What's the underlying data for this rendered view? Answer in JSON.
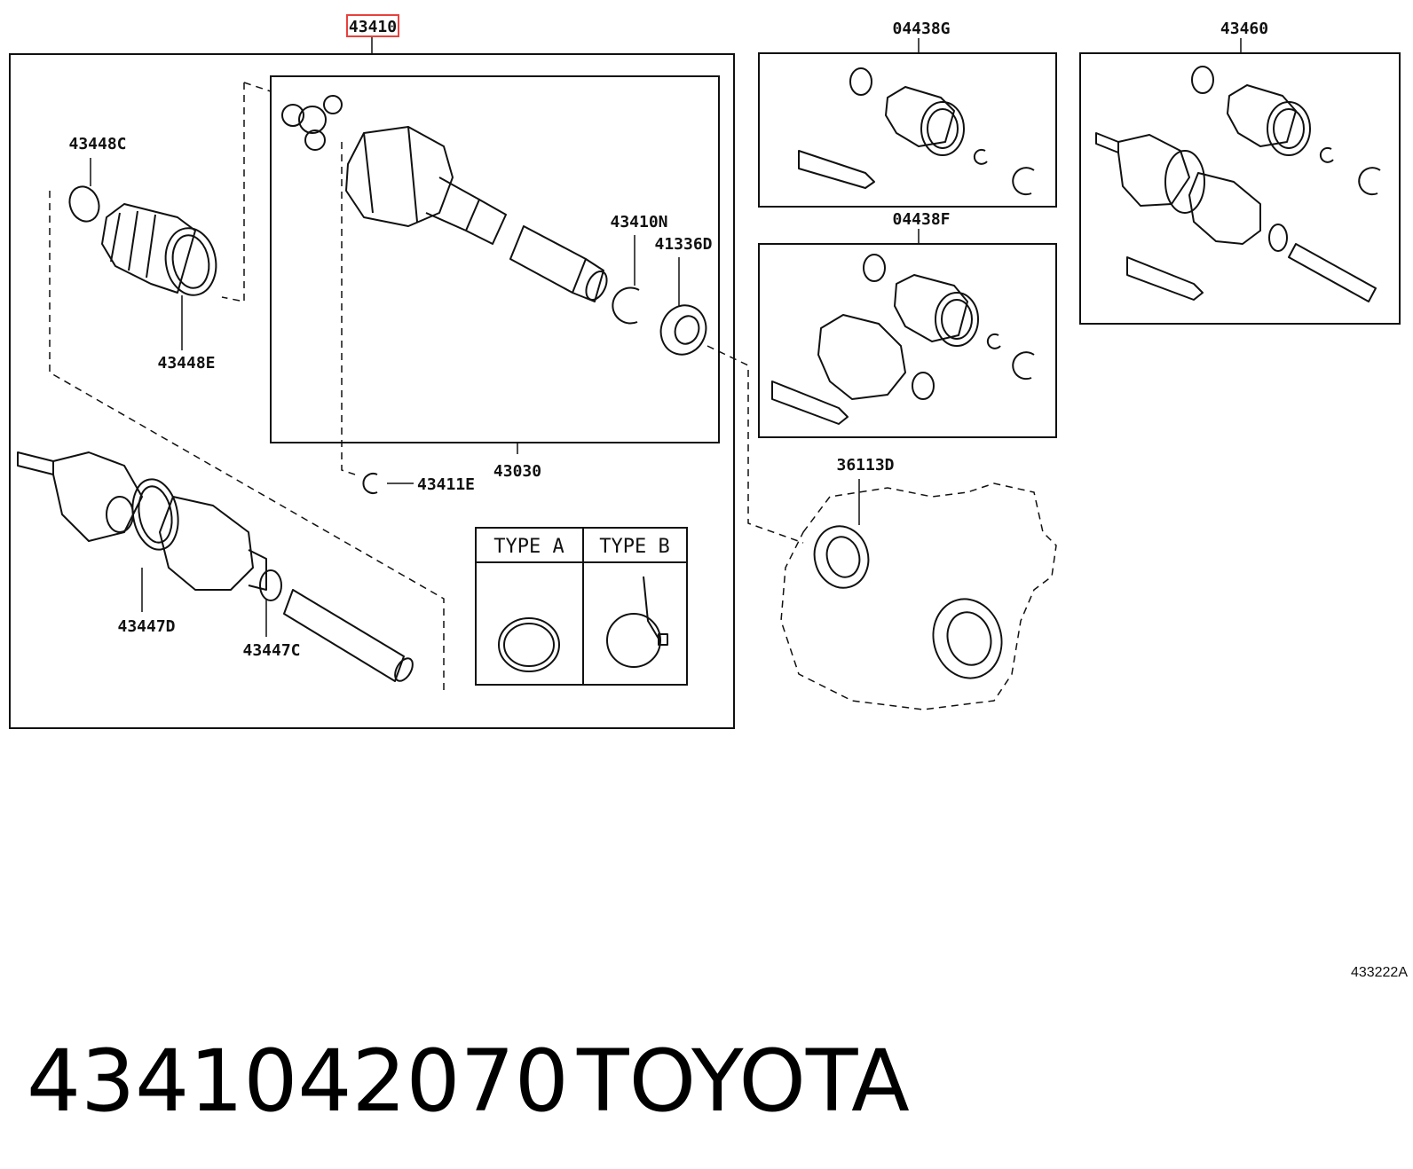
{
  "labels": {
    "main_assembly": "43410",
    "clamp_small": "43448C",
    "boot_inner": "43448E",
    "inner_joint": "43030",
    "snap_ring_n": "43410N",
    "seal_d": "41336D",
    "snap_ring_e": "43411E",
    "boot_outer": "43447D",
    "clamp_outer": "43447C",
    "kit_g": "04438G",
    "kit_f": "04438F",
    "outer_shaft": "43460",
    "trans_seal": "36113D"
  },
  "clamp_types": {
    "type_a": "TYPE A",
    "type_b": "TYPE B"
  },
  "diagram_id": "433222A",
  "footer": {
    "part_number": "4341042070",
    "brand": "TOYOTA"
  },
  "colors": {
    "highlight": "#e8413c",
    "line": "#111111"
  }
}
